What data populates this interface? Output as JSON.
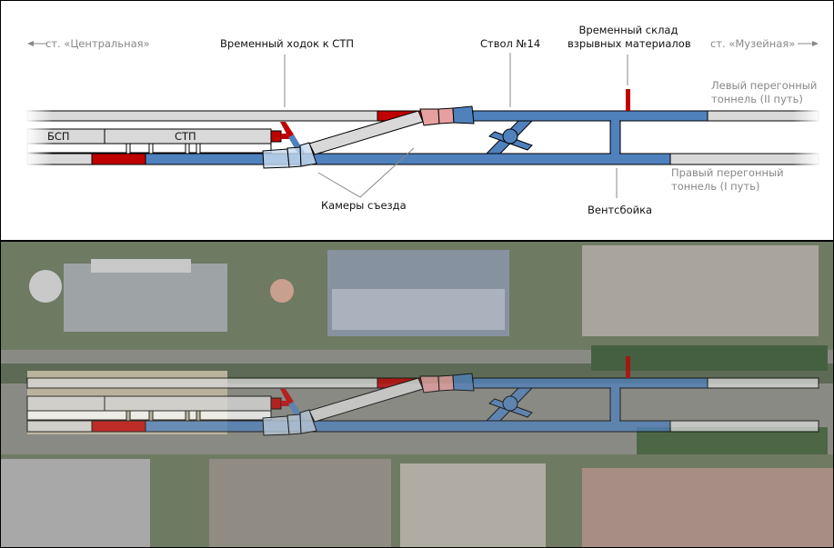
{
  "labels": {
    "station_left": "ст. «Центральная»",
    "station_right": "ст. «Музейная»",
    "temp_passage": "Временный ходок к СТП",
    "shaft": "Ствол №14",
    "storage_line1": "Временный склад",
    "storage_line2": "взрывных материалов",
    "left_tunnel_line1": "Левый перегонный",
    "left_tunnel_line2": "тоннель (II путь)",
    "right_tunnel_line1": "Правый перегонный",
    "right_tunnel_line2": "тоннель (I путь)",
    "crossover_chambers": "Камеры съезда",
    "vent": "Вентсбойка",
    "bsp": "БСП",
    "stp": "СТП"
  },
  "colors": {
    "built": "#4f81bd",
    "in_progress": "#c00000",
    "planned": "#d9d9d9"
  }
}
